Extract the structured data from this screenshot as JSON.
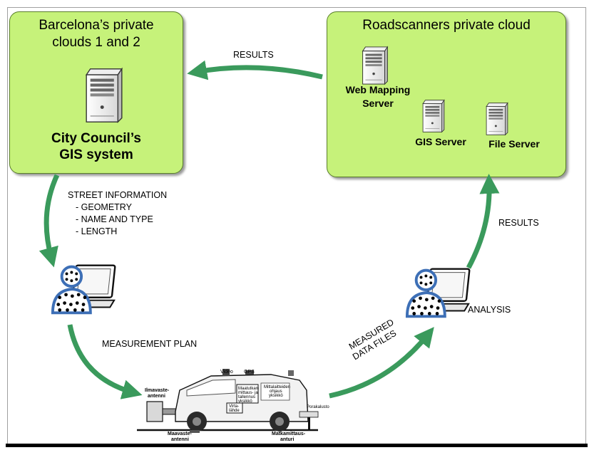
{
  "colors": {
    "cloud_fill": "#c6f27a",
    "cloud_border": "#5a7f2a",
    "arrow": "#3a9a5c",
    "person_blue": "#3d6fb6"
  },
  "barcelona": {
    "title_line1": "Barcelona’s private",
    "title_line2": "clouds 1 and 2",
    "server_label_line1": "City Council’s",
    "server_label_line2": "GIS system",
    "server_icon": "server-tower-icon"
  },
  "roadscanners": {
    "title": "Roadscanners private cloud",
    "servers": [
      {
        "label_line1": "Web Mapping",
        "label_line2": "Server",
        "icon": "server-tower-icon"
      },
      {
        "label_line1": "GIS Server",
        "icon": "server-tower-icon"
      },
      {
        "label_line1": "File Server",
        "icon": "server-tower-icon"
      }
    ]
  },
  "flows": {
    "results_top": "RESULTS",
    "street_information": {
      "heading": "STREET INFORMATION",
      "items": [
        "-  GEOMETRY",
        "-  NAME AND TYPE",
        "-  LENGTH"
      ]
    },
    "measurement_plan": "MEASUREMENT PLAN",
    "measured_files_line1": "MEASURED",
    "measured_files_line2": "DATA FILES",
    "analysis": "ANALYSIS",
    "results_right": "RESULTS"
  },
  "people": [
    {
      "icon": "user-with-laptop-icon"
    },
    {
      "icon": "user-with-laptop-icon"
    }
  ],
  "vehicle": {
    "icon": "measurement-vehicle-icon",
    "labels": {
      "video": "Video",
      "gps": "GPS",
      "air_antenna_1": "Ilmavaste-",
      "air_antenna_2": "antenni",
      "unit_1": "Maatutkan",
      "unit_2": "mittaus- ja",
      "unit_3": "tallennus",
      "unit_4": "yksikkö",
      "control_1": "Mittalaitteiden",
      "control_2": "ohjaus",
      "control_3": "yksikkö",
      "power_1": "Virta-",
      "power_2": "lähde",
      "drill": "Porakalusto",
      "ground_antenna_1": "Maavaste-",
      "ground_antenna_2": "antenni",
      "distance_1": "Matkamittaus-",
      "distance_2": "anturi"
    }
  }
}
